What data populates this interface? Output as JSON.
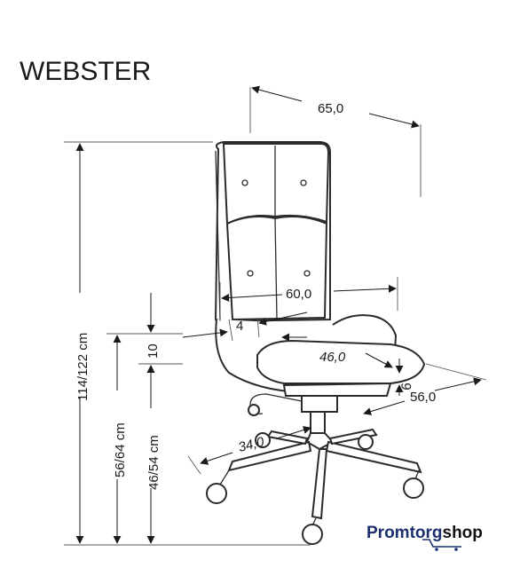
{
  "title": "WEBSTER",
  "dimensions": {
    "width": "65,0",
    "backrest_width": "60,0",
    "arm_height": "4",
    "armrest_height": "10",
    "seat_depth": "46,0",
    "seat_thickness": "9",
    "depth": "56,0",
    "base_radius": "34,0",
    "total_height": "114/122 cm",
    "armrest_floor_height": "56/64 cm",
    "seat_height": "46/54 cm"
  },
  "brand": {
    "part1": "Promtorg",
    "part2": "shop"
  },
  "icons": [
    "office-chair-illustration",
    "shopping-cart-icon"
  ],
  "colors": {
    "brand_primary": "#1c2f6e",
    "line": "#1a1a1a",
    "background": "#ffffff"
  }
}
